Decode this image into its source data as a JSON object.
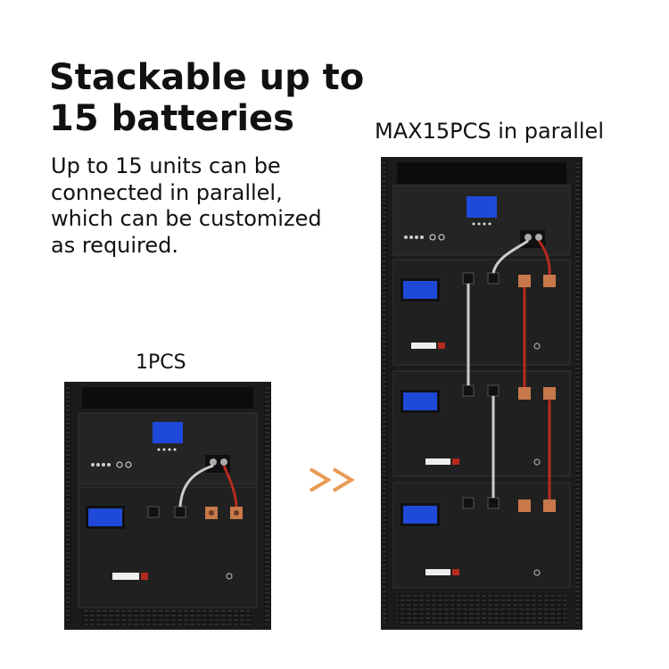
{
  "heading": {
    "line1": "Stackable up to",
    "line2": "15 batteries"
  },
  "description": {
    "line1": "Up to 15 units can be",
    "line2": "connected in parallel,",
    "line3": "which can be customized",
    "line4": "as required."
  },
  "single_label": "1PCS",
  "parallel_label": "MAX15PCS in parallel",
  "colors": {
    "cabinet": "#1b1b1b",
    "lcd": "#1f49d8",
    "copper": "#c8784a",
    "red_cable": "#b52a1f",
    "arrow": "#e89a55"
  },
  "icons": {
    "arrow": "double-chevron-right-icon"
  }
}
